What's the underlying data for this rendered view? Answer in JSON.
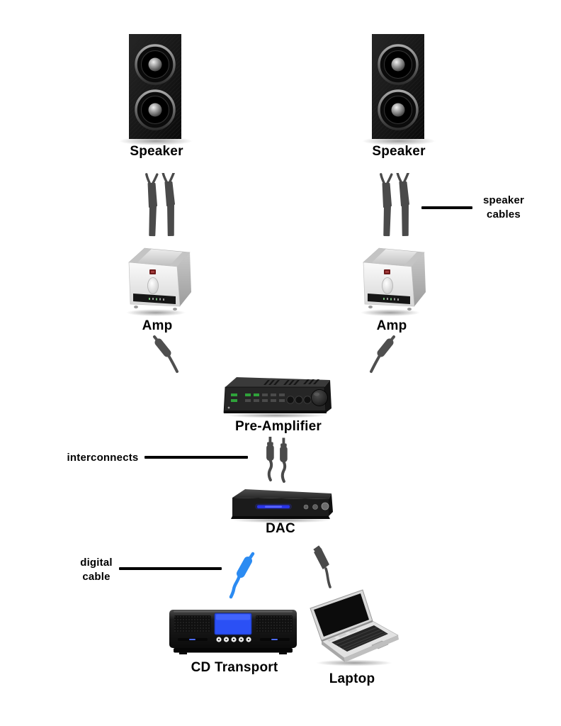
{
  "diagram": {
    "labels": {
      "speaker_left": "Speaker",
      "speaker_right": "Speaker",
      "amp_left": "Amp",
      "amp_right": "Amp",
      "preamp": "Pre-Amplifier",
      "dac": "DAC",
      "cd_transport": "CD Transport",
      "laptop": "Laptop"
    },
    "callouts": {
      "speaker_cables": {
        "line1": "speaker",
        "line2": "cables"
      },
      "interconnects": {
        "label": "interconnects"
      },
      "digital_cable": {
        "line1": "digital",
        "line2": "cable"
      }
    },
    "icons": [
      "speaker-icon",
      "spade-connector-pair-icon",
      "amp-icon",
      "rca-plug-diagonal-icon",
      "preamp-icon",
      "rca-interconnect-pair-icon",
      "dac-icon",
      "blue-rca-plug-icon",
      "usb-cable-icon",
      "cd-transport-icon",
      "laptop-icon"
    ],
    "colors": {
      "background": "#ffffff",
      "label_text": "#000000",
      "callout_line": "#000000",
      "connector_gray": "#4f4f4f",
      "digital_cable_blue": "#2b8bf2",
      "cd_display_blue": "#2b50f5",
      "dac_glow_blue": "#2a35e8",
      "green_led": "#2fa23a"
    }
  }
}
